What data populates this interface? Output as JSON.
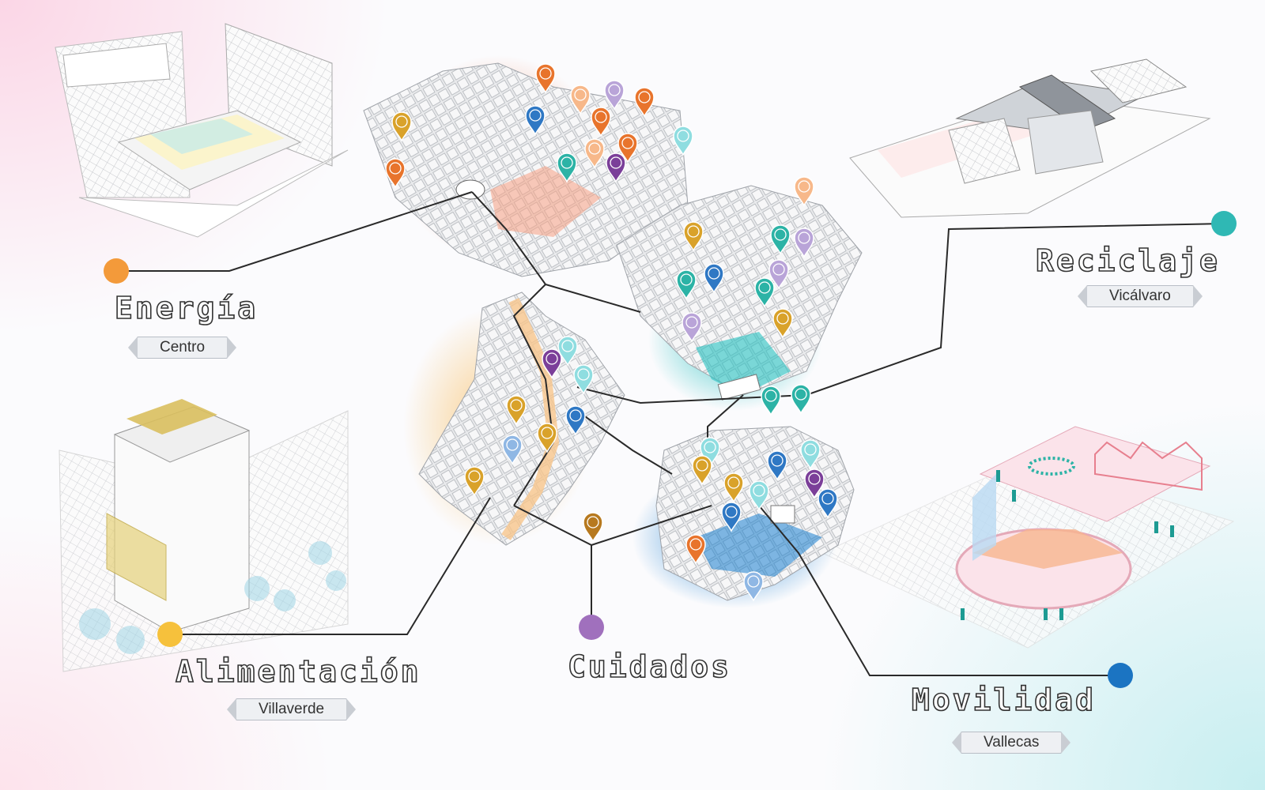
{
  "themes": [
    {
      "key": "energia",
      "title": "Energía",
      "district": "Centro",
      "color": "#f39a3a"
    },
    {
      "key": "reciclaje",
      "title": "Reciclaje",
      "district": "Vicálvaro",
      "color": "#2fb8b4"
    },
    {
      "key": "alimentacion",
      "title": "Alimentación",
      "district": "Villaverde",
      "color": "#f6c13c"
    },
    {
      "key": "cuidados",
      "title": "Cuidados",
      "district": "",
      "color": "#a070bd"
    },
    {
      "key": "movilidad",
      "title": "Movilidad",
      "district": "Vallecas",
      "color": "#1b74c2"
    }
  ],
  "colors": {
    "orange": "#e8742c",
    "amber": "#d9a22a",
    "teal": "#2cb3a6",
    "blue": "#2f78c4",
    "purple": "#7b3f99",
    "lavender": "#b9a4d8",
    "lightblue": "#8fb7e4",
    "cyan": "#8fdde0",
    "peach": "#f7b88a",
    "brown": "#b7791f",
    "line": "#2a2a2a"
  }
}
